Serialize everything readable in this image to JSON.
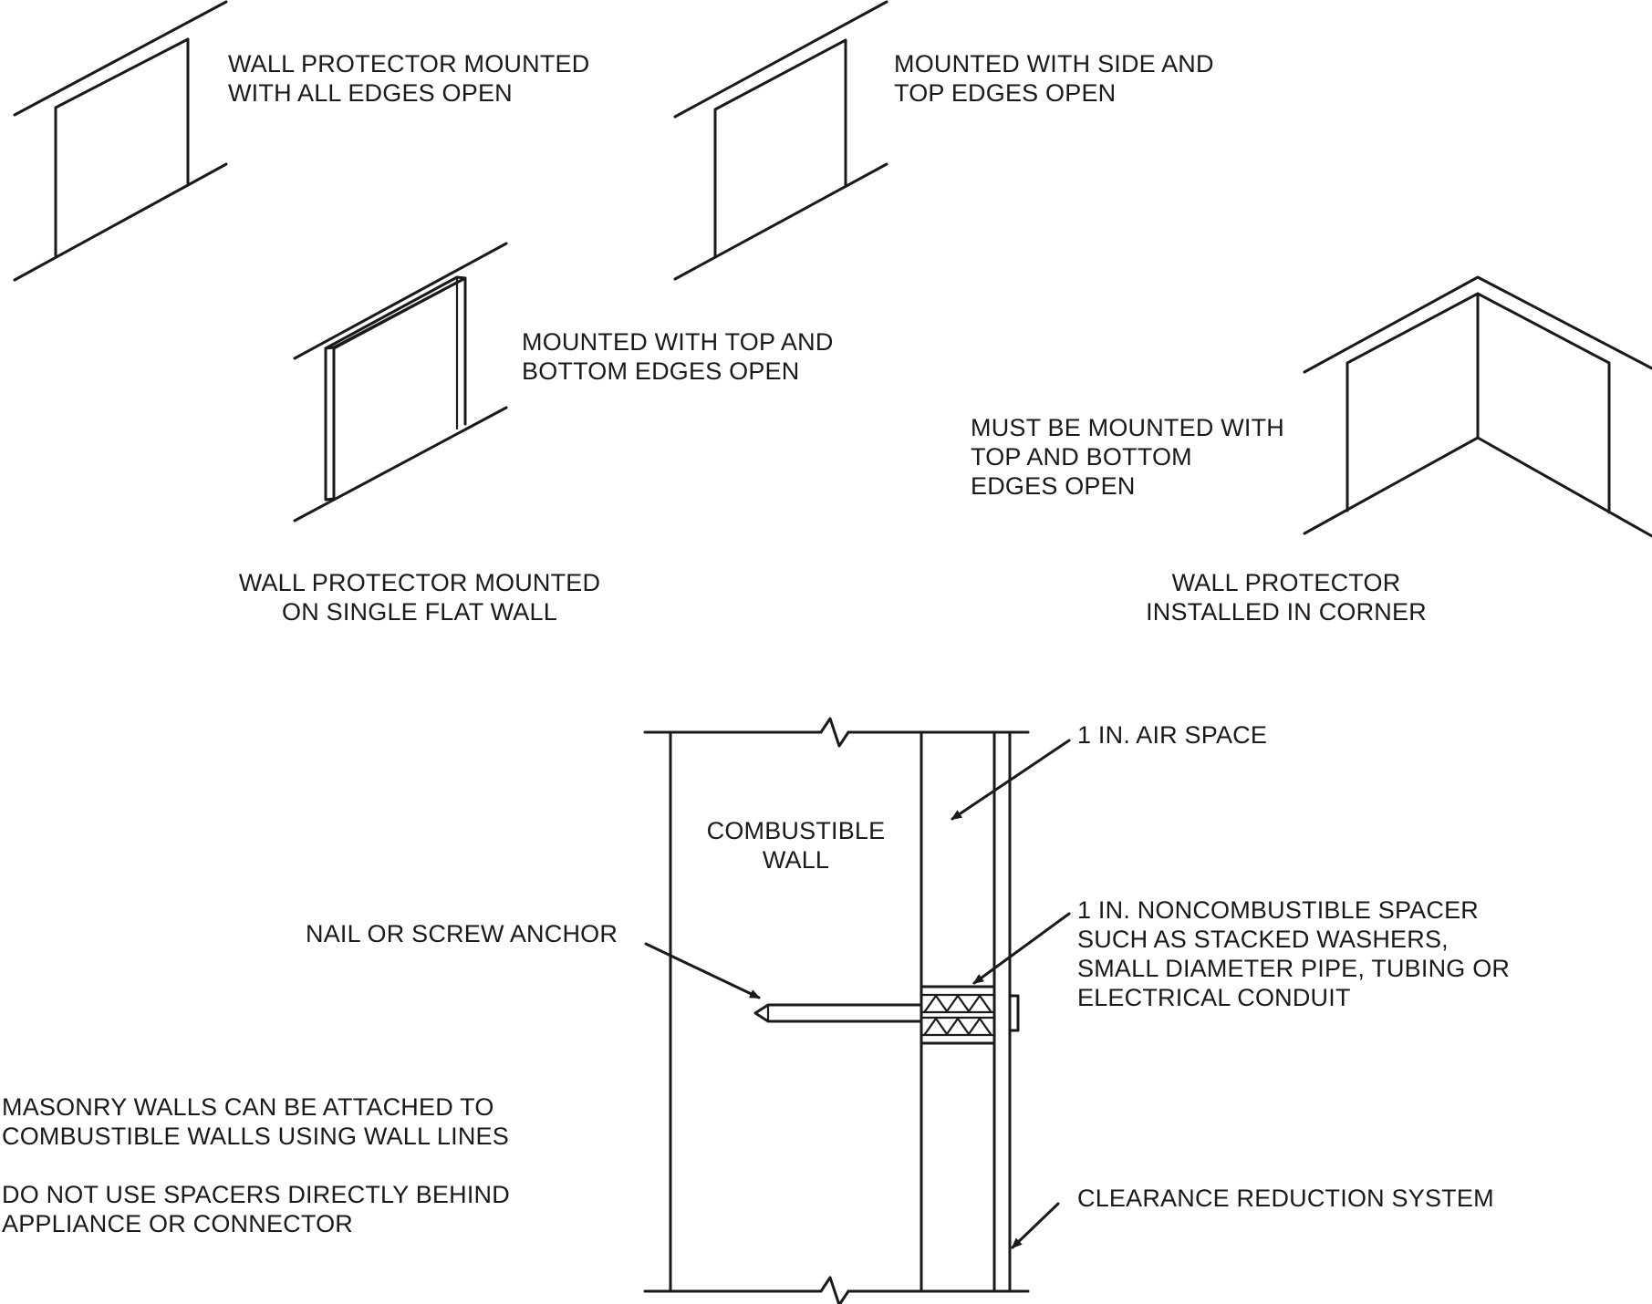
{
  "labels": {
    "all_edges_open": [
      "WALL PROTECTOR MOUNTED",
      "WITH ALL EDGES OPEN"
    ],
    "side_top_open": [
      "MOUNTED WITH SIDE AND",
      "TOP EDGES OPEN"
    ],
    "top_bottom_open": [
      "MOUNTED WITH TOP AND",
      "BOTTOM EDGES OPEN"
    ],
    "corner_must": [
      "MUST BE MOUNTED WITH",
      "TOP AND BOTTOM",
      "EDGES OPEN"
    ],
    "single_flat_wall": [
      "WALL PROTECTOR MOUNTED",
      "ON SINGLE FLAT WALL"
    ],
    "installed_corner": [
      "WALL PROTECTOR",
      "INSTALLED IN CORNER"
    ],
    "air_space": [
      "1 IN. AIR SPACE"
    ],
    "combustible_wall": [
      "COMBUSTIBLE",
      "WALL"
    ],
    "spacer": [
      "1 IN. NONCOMBUSTIBLE SPACER",
      "SUCH AS STACKED WASHERS,",
      "SMALL DIAMETER PIPE, TUBING OR",
      "ELECTRICAL CONDUIT"
    ],
    "nail_anchor": [
      "NAIL OR SCREW ANCHOR"
    ],
    "masonry_note": [
      "MASONRY WALLS CAN BE ATTACHED TO",
      "COMBUSTIBLE WALLS USING WALL LINES"
    ],
    "spacer_note": [
      "DO NOT USE SPACERS DIRECTLY BEHIND",
      "APPLIANCE OR CONNECTOR"
    ],
    "clearance_system": [
      "CLEARANCE REDUCTION SYSTEM"
    ]
  }
}
